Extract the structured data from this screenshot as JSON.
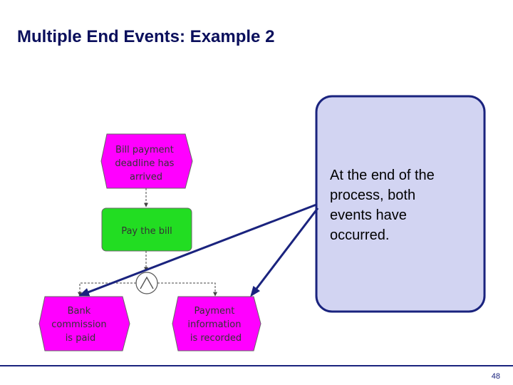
{
  "slide": {
    "title": "Multiple End Events: Example 2",
    "page_number": "48"
  },
  "diagram": {
    "start_event": {
      "lines": [
        "Bill payment",
        "deadline has",
        "arrived"
      ],
      "color": "#ff00ff"
    },
    "function": {
      "lines": [
        "Pay the bill"
      ],
      "color": "#22dd22"
    },
    "connector": {
      "type": "AND"
    },
    "end_event_left": {
      "lines": [
        "Bank",
        "commission",
        "is paid"
      ],
      "color": "#ff00ff"
    },
    "end_event_right": {
      "lines": [
        "Payment",
        "information",
        "is recorded"
      ],
      "color": "#ff00ff"
    },
    "callout": {
      "lines": [
        "At the end of the",
        "process, both",
        "events have",
        "occurred."
      ],
      "fill": "#d2d4f2",
      "border": "#1a237e"
    }
  }
}
